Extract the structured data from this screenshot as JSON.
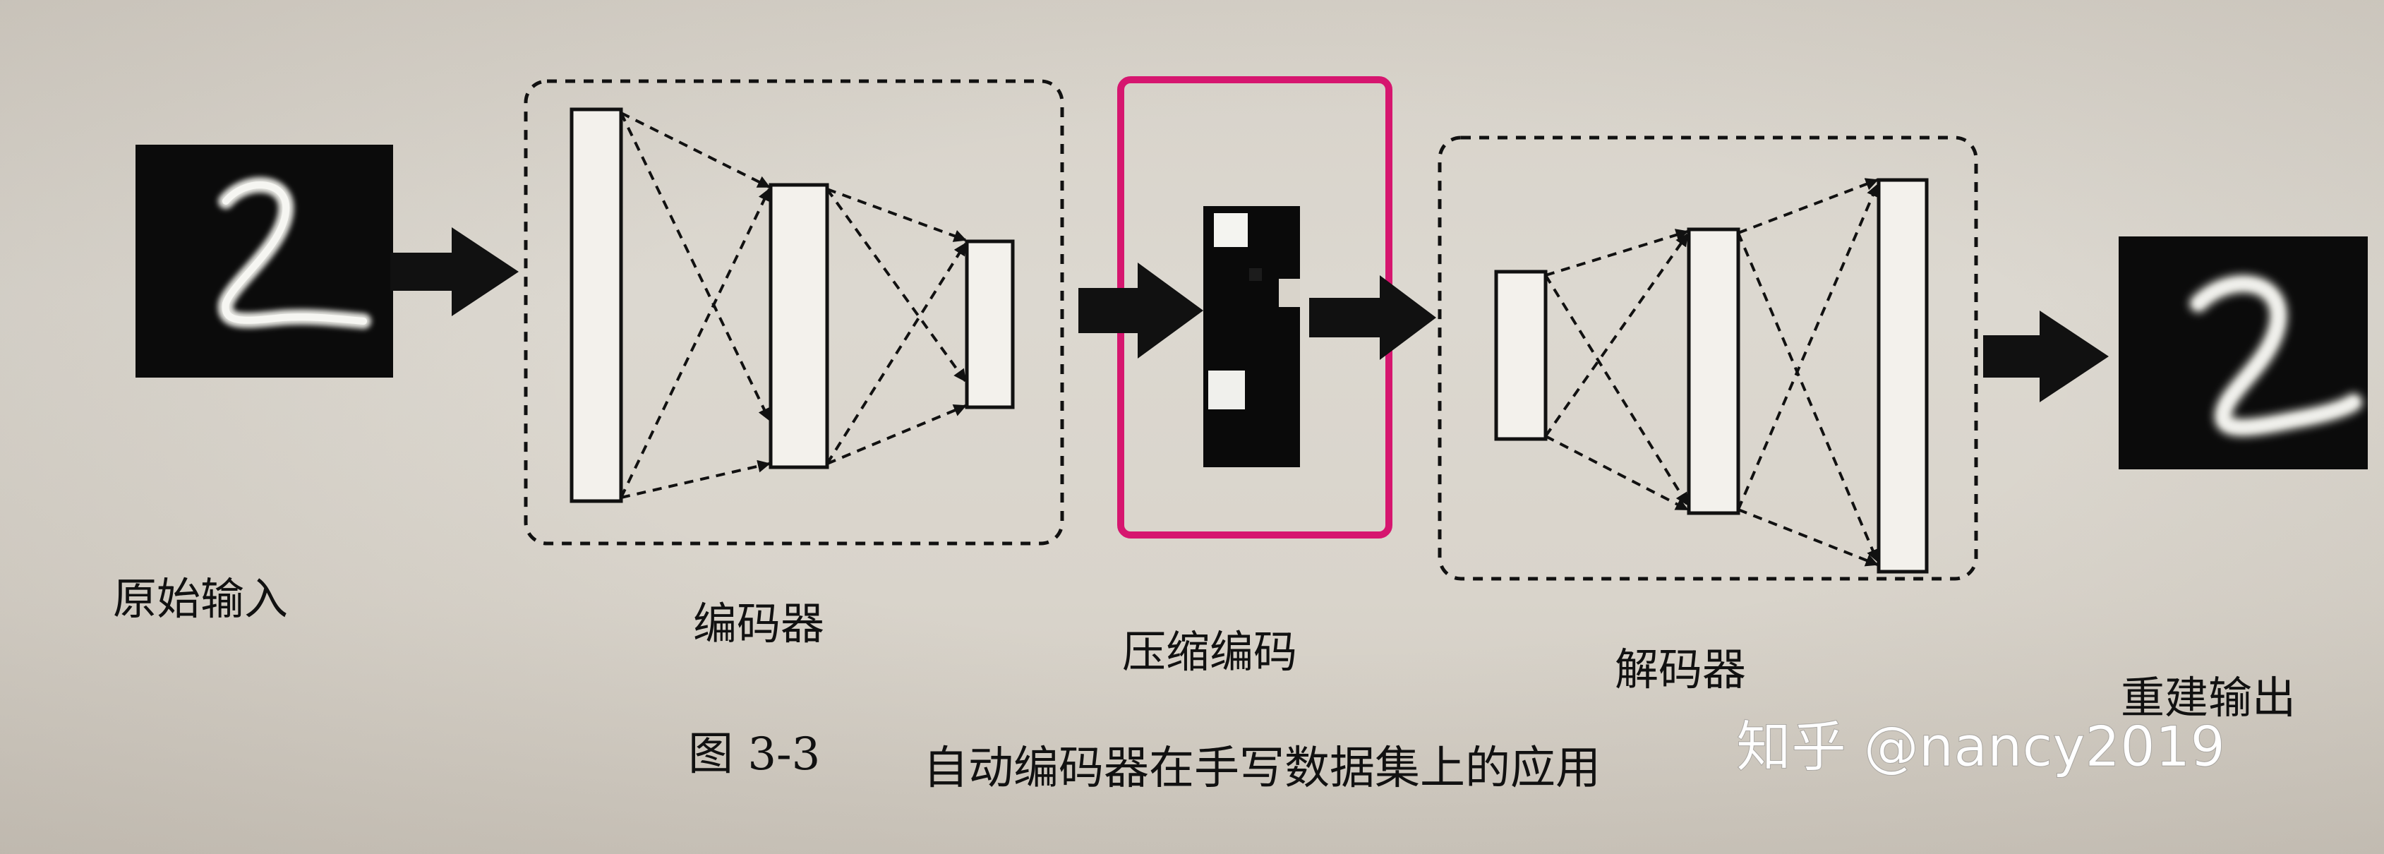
{
  "labels": {
    "input": "原始输入",
    "encoder": "编码器",
    "code": "压缩编码",
    "decoder": "解码器",
    "output": "重建输出"
  },
  "caption": {
    "number": "图 3-3",
    "text": "自动编码器在手写数据集上的应用"
  },
  "watermark": "知乎 @nancy2019",
  "colors": {
    "highlight": "#d6166f",
    "ink": "#111111",
    "paper": "#d9d4cb"
  },
  "icons": {
    "input_image": "handwritten-digit-2",
    "output_image": "reconstructed-digit-2"
  }
}
